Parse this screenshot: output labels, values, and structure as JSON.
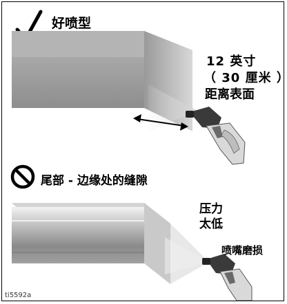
{
  "good_pattern": {
    "label": "好喷型",
    "distance_line1": "12 英寸",
    "distance_line2": "（ 30 厘米 ）",
    "distance_line3": "距离表面"
  },
  "bad_pattern": {
    "label": "尾部 - 边缘处的缝隙",
    "cause_pressure": "压力太低",
    "cause_tip": "喷嘴磨损"
  },
  "figure_id": "ti5592a",
  "icons": {
    "good": "check-mark-icon",
    "bad": "prohibited-icon"
  }
}
